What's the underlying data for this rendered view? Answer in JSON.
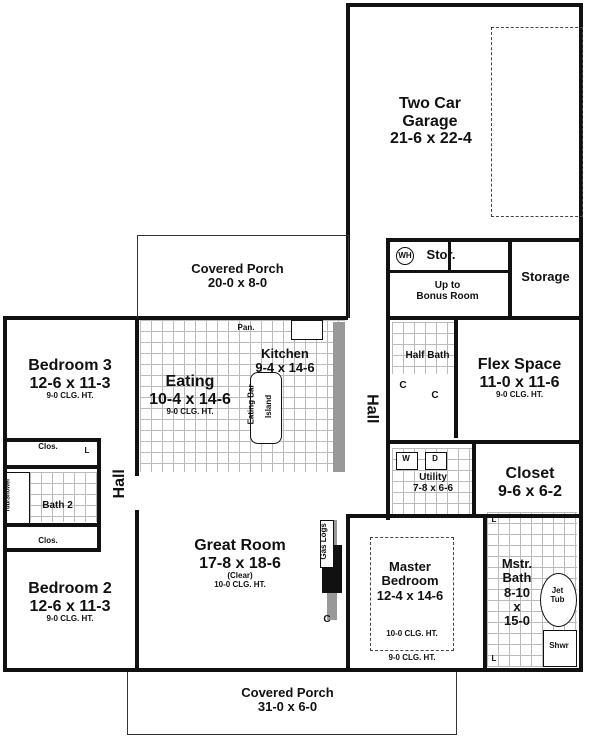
{
  "rooms": {
    "garage": {
      "name": "Two Car",
      "name2": "Garage",
      "size": "21-6 x 22-4"
    },
    "porch_top": {
      "name": "Covered Porch",
      "size": "20-0 x 8-0"
    },
    "storage": {
      "name": "Storage"
    },
    "stor": {
      "name": "Stor.",
      "wh": "WH"
    },
    "stairs": {
      "line1": "Up to",
      "line2": "Bonus Room"
    },
    "half_bath": {
      "name": "Half Bath"
    },
    "flex": {
      "name": "Flex Space",
      "size": "11-0 x 11-6",
      "clg": "9-0 CLG. HT."
    },
    "closet_c1": "C",
    "closet_c2": "C",
    "closet_c3": "C",
    "hall_right": "Hall",
    "hall_left": "Hall",
    "kitchen": {
      "name": "Kitchen",
      "size": "9-4 x 14-6",
      "pantry": "Pan.",
      "eating_bar": "Eating Bar",
      "island": "Island"
    },
    "eating": {
      "name": "Eating",
      "size": "10-4 x 14-6",
      "clg": "9-0 CLG. HT."
    },
    "bedroom3": {
      "name": "Bedroom 3",
      "size": "12-6 x 11-3",
      "clg": "9-0 CLG. HT."
    },
    "bedroom2": {
      "name": "Bedroom 2",
      "size": "12-6 x 11-3",
      "clg": "9-0 CLG. HT."
    },
    "clos1": "Clos.",
    "clos2": "Clos.",
    "linen": "L",
    "bath2": {
      "name": "Bath 2",
      "tub": "Tub/Shower"
    },
    "utility": {
      "name": "Utility",
      "size": "7-8 x 6-6",
      "washer": "W",
      "dryer": "D"
    },
    "closet": {
      "name": "Closet",
      "size": "9-6 x 6-2"
    },
    "great_room": {
      "name": "Great Room",
      "size": "17-8 x 18-6",
      "note": "(Clear)",
      "clg": "10-0 CLG. HT.",
      "fireplace": "Gas Logs"
    },
    "master": {
      "name": "Master",
      "name2": "Bedroom",
      "size": "12-4 x 14-6",
      "clg_tray": "10-0 CLG. HT.",
      "clg": "9-0 CLG. HT."
    },
    "mstr_bath": {
      "l1": "Mstr.",
      "l2": "Bath",
      "l3": "8-10",
      "l4": "x",
      "l5": "15-0",
      "jet": "Jet",
      "tub": "Tub",
      "shower": "Shwr",
      "linen1": "L",
      "linen2": "L"
    },
    "porch_bottom": {
      "name": "Covered Porch",
      "size": "31-0 x 6-0"
    }
  }
}
